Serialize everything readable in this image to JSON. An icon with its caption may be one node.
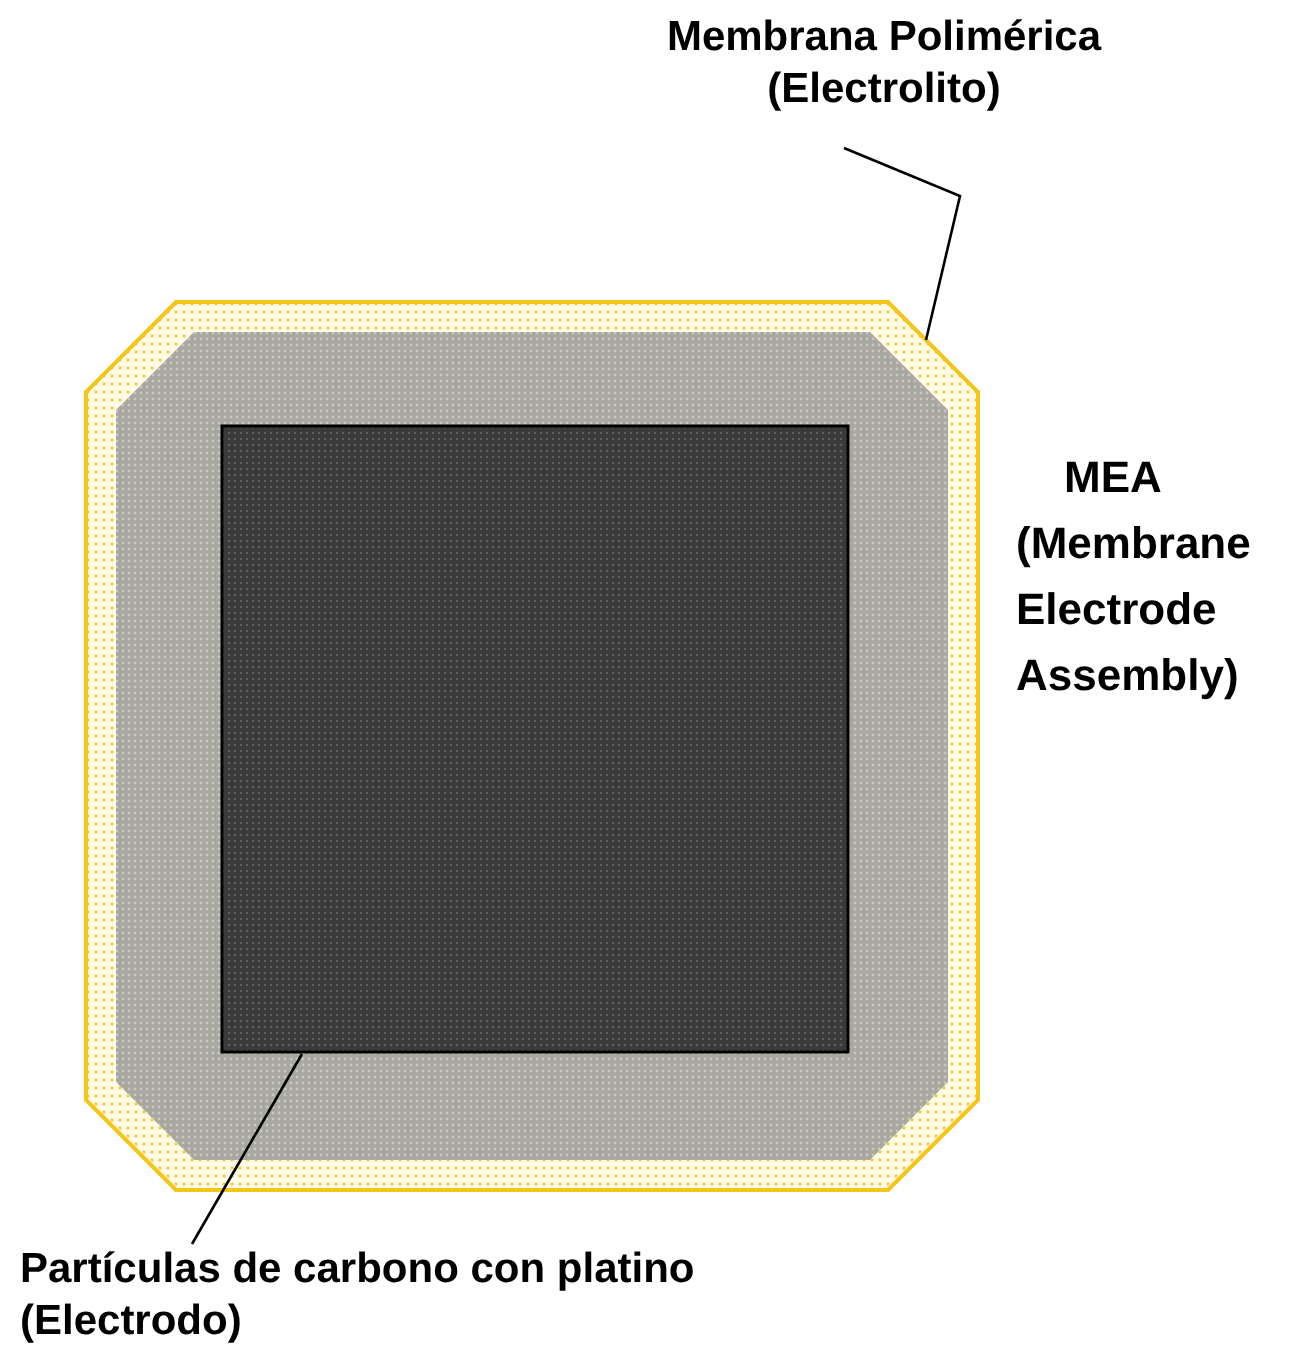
{
  "diagram": {
    "nodes": [
      {
        "text": [
          "Membrana Polimérica (Electrolito)"
        ]
      },
      {
        "text": [],
        "shape": "octagon"
      },
      {
        "text": [
          "Partículas de carbono con platino (Electrodo)"
        ]
      },
      {
        "text": [],
        "shape": "box",
        "in": 1
      }
    ],
    "edges": [
      {
        "from": 0,
        "to": 1,
        "arrow": "none"
      },
      {
        "from": 2,
        "to": 3,
        "arrow": "none"
      }
    ],
    "labels": [
      "MEA (Membrane Electrode Assembly)"
    ]
  }
}
